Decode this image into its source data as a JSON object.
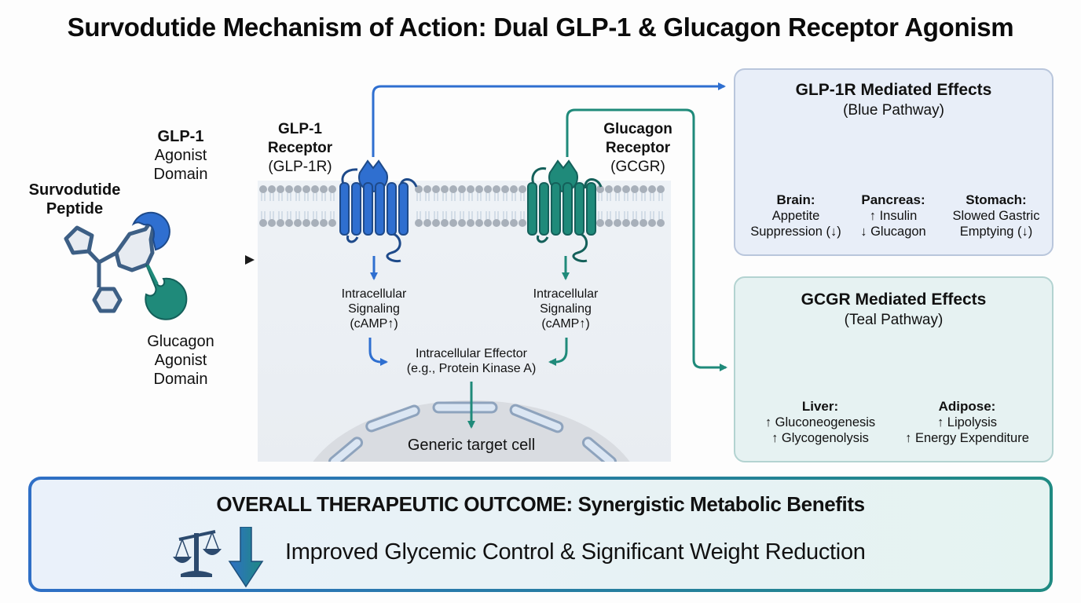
{
  "title": "Survodutide Mechanism of Action: Dual GLP-1 & Glucagon Receptor Agonism",
  "colors": {
    "glp1_blue": "#2f6fd0",
    "glucagon_teal": "#1f8a7a",
    "membrane_gray": "#a8b0ba",
    "glp_box_bg": "#e8eef8",
    "gcg_box_bg": "#e6f2f2"
  },
  "peptide": {
    "name_line1": "Survodutide",
    "name_line2": "Peptide",
    "glp1_domain": {
      "line1": "GLP-1",
      "line2": "Agonist",
      "line3": "Domain"
    },
    "glucagon_domain": {
      "line1": "Glucagon",
      "line2": "Agonist",
      "line3": "Domain"
    }
  },
  "cell": {
    "glp1_receptor": {
      "line1": "GLP-1",
      "line2": "Receptor",
      "line3": "(GLP-1R)"
    },
    "glucagon_receptor": {
      "line1": "Glucagon",
      "line2": "Receptor",
      "line3": "(GCGR)"
    },
    "signal_left": {
      "line1": "Intracellular",
      "line2": "Signaling",
      "line3": "(cAMP↑)"
    },
    "signal_right": {
      "line1": "Intracellular",
      "line2": "Signaling",
      "line3": "(cAMP↑)"
    },
    "effector": {
      "line1": "Intracellular Effector",
      "line2": "(e.g., Protein Kinase A)"
    },
    "target_cell": "Generic target cell"
  },
  "glp1_effects": {
    "title": "GLP-1R Mediated Effects",
    "subtitle": "(Blue Pathway)",
    "organs": [
      {
        "icon": "brain-icon",
        "name": "Brain:",
        "line1": "Appetite",
        "line2": "Suppression (↓)"
      },
      {
        "icon": "pancreas-icon",
        "name": "Pancreas:",
        "line1": "↑ Insulin",
        "line2": "↓ Glucagon"
      },
      {
        "icon": "stomach-icon",
        "name": "Stomach:",
        "line1": "Slowed Gastric",
        "line2": "Emptying (↓)"
      }
    ]
  },
  "gcgr_effects": {
    "title": "GCGR Mediated Effects",
    "subtitle": "(Teal Pathway)",
    "organs": [
      {
        "icon": "liver-icon",
        "name": "Liver:",
        "line1": "↑ Gluconeogenesis",
        "line2": "↑ Glycogenolysis"
      },
      {
        "icon": "adipose-icon",
        "name": "Adipose:",
        "line1": "↑ Lipolysis",
        "line2": "↑ Energy Expenditure"
      }
    ]
  },
  "outcome": {
    "title": "OVERALL THERAPEUTIC OUTCOME: Synergistic Metabolic Benefits",
    "text": "Improved Glycemic Control & Significant Weight Reduction",
    "icons": [
      "scale-icon",
      "down-arrow-icon"
    ]
  }
}
